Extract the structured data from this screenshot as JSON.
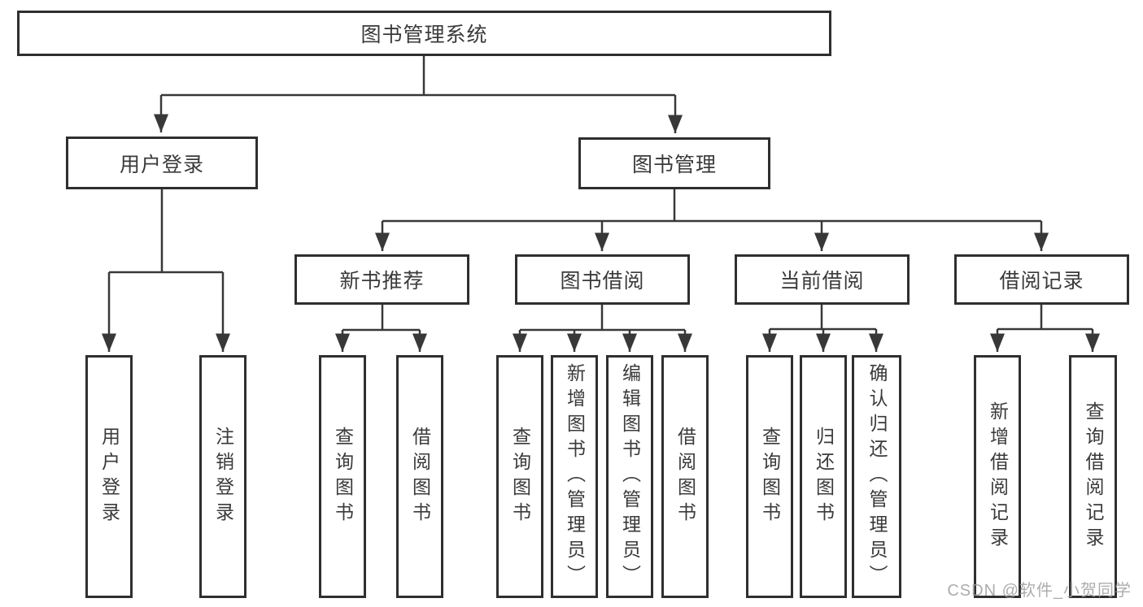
{
  "tree": {
    "root": {
      "label": "图书管理系统",
      "children": [
        {
          "label": "用户登录",
          "children": [
            {
              "label": "用户登录"
            },
            {
              "label": "注销登录"
            }
          ]
        },
        {
          "label": "图书管理",
          "children": [
            {
              "label": "新书推荐",
              "children": [
                {
                  "label": "查询图书"
                },
                {
                  "label": "借阅图书"
                }
              ]
            },
            {
              "label": "图书借阅",
              "children": [
                {
                  "label": "查询图书"
                },
                {
                  "label": "新增图书（管理员）"
                },
                {
                  "label": "编辑图书（管理员）"
                },
                {
                  "label": "借阅图书"
                }
              ]
            },
            {
              "label": "当前借阅",
              "children": [
                {
                  "label": "查询图书"
                },
                {
                  "label": "归还图书"
                },
                {
                  "label": "确认归还（管理员）"
                }
              ]
            },
            {
              "label": "借阅记录",
              "children": [
                {
                  "label": "新增借阅记录"
                },
                {
                  "label": "查询借阅记录"
                }
              ]
            }
          ]
        }
      ]
    }
  },
  "watermark": {
    "text": "CSDN @软件_小贺同学"
  },
  "colors": {
    "line": "#383838",
    "box_border": "#2f2f2f",
    "text": "#3a3a3a",
    "watermark": "#9e9e9e",
    "background": "#ffffff"
  }
}
